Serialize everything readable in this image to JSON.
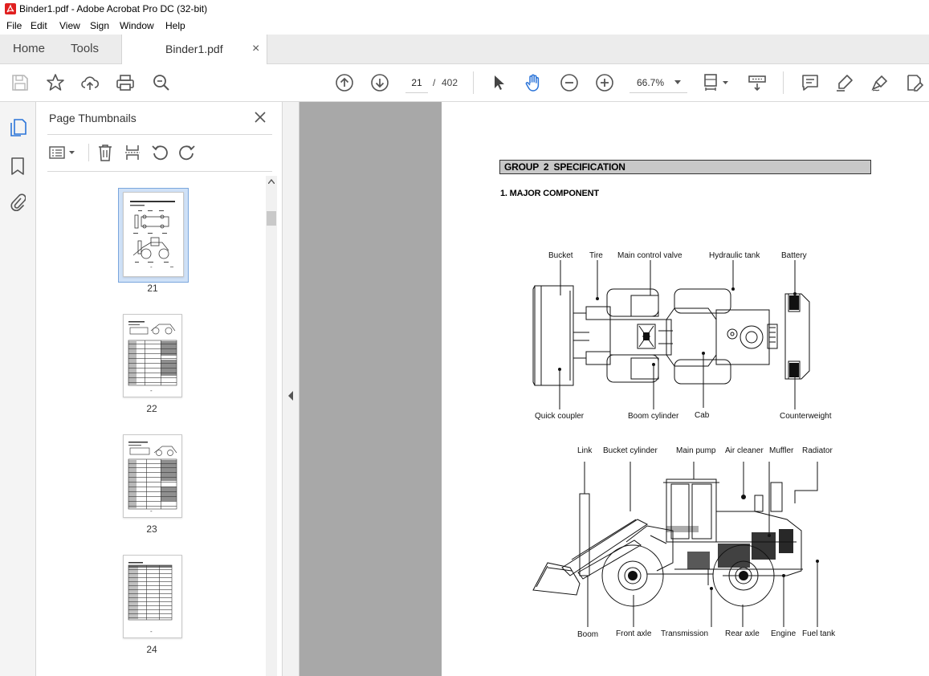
{
  "window": {
    "title": "Binder1.pdf - Adobe Acrobat Pro DC (32-bit)"
  },
  "menu": [
    "File",
    "Edit",
    "View",
    "Sign",
    "Window",
    "Help"
  ],
  "tabs": {
    "home": "Home",
    "tools": "Tools",
    "document": "Binder1.pdf",
    "close_symbol": "×"
  },
  "toolbar": {
    "current_page": "21",
    "page_separator": "/",
    "total_pages": "402",
    "zoom": "66.7%"
  },
  "thumbnails": {
    "title": "Page Thumbnails",
    "pages": [
      {
        "number": "21",
        "footer": "-",
        "selected": true
      },
      {
        "number": "22",
        "footer": "-",
        "selected": false
      },
      {
        "number": "23",
        "footer": "-",
        "selected": false
      },
      {
        "number": "24",
        "footer": "-",
        "selected": false
      }
    ]
  },
  "document": {
    "group_heading": "GROUP 2 SPECIFICATION",
    "section_heading": "1. MAJOR COMPONENT",
    "top_view_labels": {
      "bucket": "Bucket",
      "tire": "Tire",
      "main_control_valve": "Main control valve",
      "hydraulic_tank": "Hydraulic tank",
      "battery": "Battery",
      "quick_coupler": "Quick coupler",
      "boom_cylinder": "Boom cylinder",
      "cab": "Cab",
      "counterweight": "Counterweight"
    },
    "side_view_labels": {
      "link": "Link",
      "bucket_cylinder": "Bucket cylinder",
      "main_pump": "Main pump",
      "air_cleaner": "Air cleaner",
      "muffler": "Muffler",
      "radiator": "Radiator",
      "boom": "Boom",
      "front_axle": "Front axle",
      "transmission": "Transmission",
      "rear_axle": "Rear axle",
      "engine": "Engine",
      "fuel_tank": "Fuel tank"
    }
  },
  "colors": {
    "accent": "#2b74d8",
    "heading_bg": "#c8c8c8",
    "canvas": "#a8a8a8",
    "acrobat_red": "#e02020"
  }
}
